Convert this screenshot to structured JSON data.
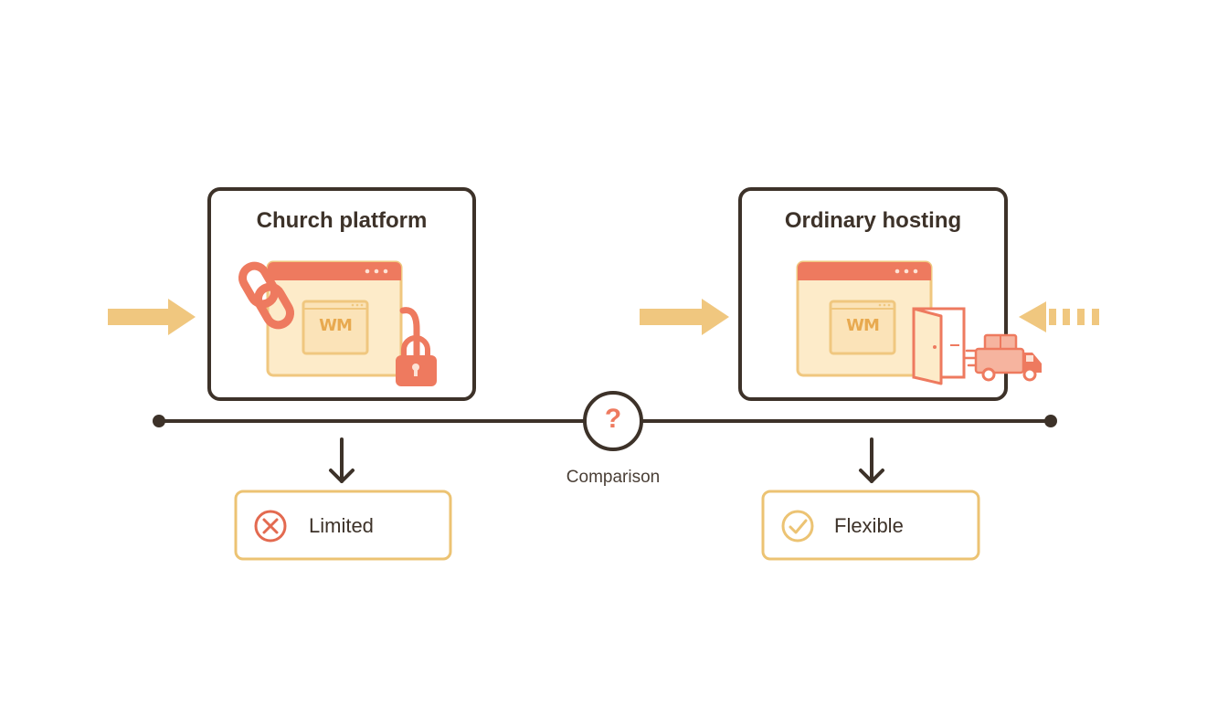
{
  "colors": {
    "ink": "#3d3229",
    "accent": "#ee7a5f",
    "accent_dark": "#e36a50",
    "gold": "#f0c77f",
    "gold_light": "#fbe3b8",
    "window_fill": "#fdebc9",
    "result_border": "#ecc373"
  },
  "left_panel": {
    "title": "Church platform",
    "logo_text": "WM",
    "icons": [
      "chain-link-icon",
      "padlock-icon"
    ],
    "result": {
      "icon": "x-circle-icon",
      "label": "Limited"
    }
  },
  "right_panel": {
    "title": "Ordinary hosting",
    "logo_text": "WM",
    "icons": [
      "open-door-icon",
      "moving-truck-icon"
    ],
    "result": {
      "icon": "check-circle-icon",
      "label": "Flexible"
    }
  },
  "center": {
    "icon": "question-icon",
    "symbol": "?",
    "label": "Comparison"
  }
}
